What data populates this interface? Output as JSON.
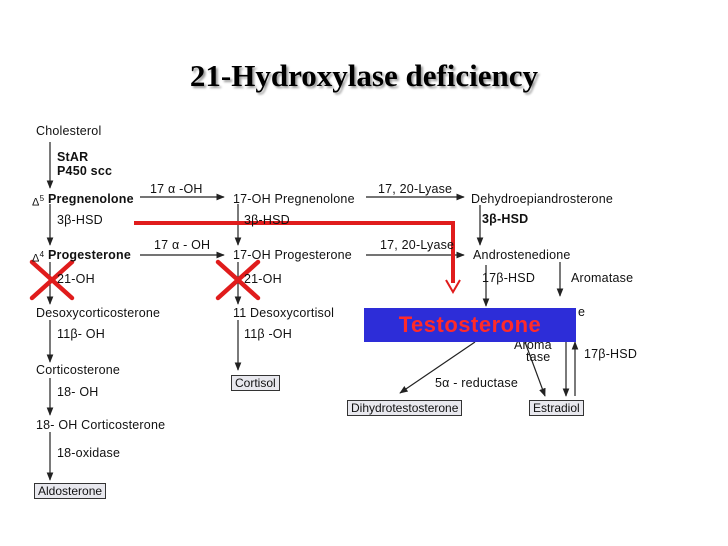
{
  "title": "21-Hydroxylase deficiency",
  "col1": {
    "cholesterol": "Cholesterol",
    "star": "StAR",
    "p450scc": "P450 scc",
    "delta5": "Δ",
    "delta5_sup": "5",
    "pregnenolone": "Pregnenolone",
    "hsd1": "3β-HSD",
    "delta4": "Δ",
    "delta4_sup": "4",
    "progesterone": "Progesterone",
    "oh21": "21-OH",
    "desoxycorticosterone": "Desoxycorticosterone",
    "oh11": "11β- OH",
    "corticosterone": "Corticosterone",
    "oh18": "18- OH",
    "oh18_corticosterone": "18- OH  Corticosterone",
    "oxidase18": "18-oxidase",
    "aldosterone": "Aldosterone"
  },
  "col2": {
    "oh17_a": "17 α -OH",
    "oh17_preg": "17-OH  Pregnenolone",
    "hsd2": "3β-HSD",
    "oh17_b": "17 α - OH",
    "oh17_prog": "17-OH  Progesterone",
    "oh21": "21-OH",
    "desoxycortisol": "11  Desoxycortisol",
    "oh11": "11β -OH",
    "cortisol": "Cortisol"
  },
  "col3": {
    "lyase_a": "17,  20-Lyase",
    "dhea": "Dehydroepiandrosterone",
    "hsd3": "3β-HSD",
    "lyase_b": "17,  20-Lyase",
    "androstenedione": "Androstenedione",
    "hsd17_a": "17β-HSD",
    "aromatase_a": "Aromatase",
    "aroma_frag": "Aroma",
    "tase": "tase",
    "hsd17_b": "17β-HSD",
    "reductase": "5α - reductase",
    "dht": "Dihydrotestosterone",
    "estradiol": "Estradiol",
    "e_frag": "e"
  },
  "highlight": {
    "testosterone": "Testosterone",
    "block_color": "#e01c1c",
    "box_color": "#2d2dd8"
  }
}
